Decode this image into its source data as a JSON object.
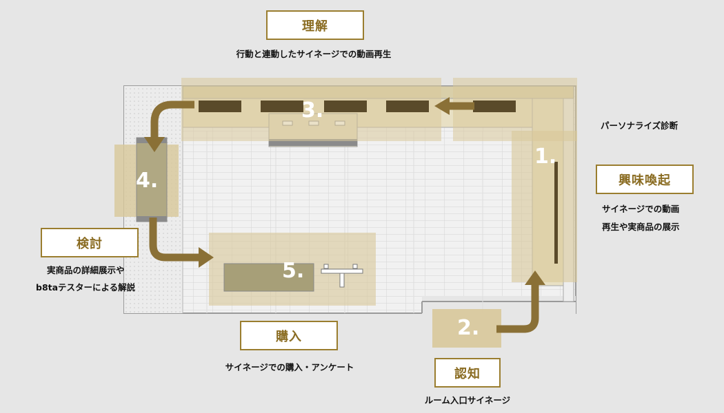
{
  "stages": {
    "understanding": {
      "label": "理解",
      "caption": "行動と連動したサイネージでの動画再生",
      "number": "3."
    },
    "interest": {
      "label": "興味喚起",
      "captions": [
        "サイネージでの動画",
        "再生や実商品の展示"
      ],
      "number": "1."
    },
    "personalize": {
      "caption": "パーソナライズ診断"
    },
    "consideration": {
      "label": "検討",
      "captions": [
        "実商品の詳細展示や",
        "b8taテスターによる解説"
      ],
      "number": "4."
    },
    "purchase": {
      "label": "購入",
      "caption": "サイネージでの購入・アンケート",
      "number": "5."
    },
    "awareness": {
      "label": "認知",
      "caption": "ルーム入口サイネージ",
      "number": "2."
    }
  },
  "colors": {
    "background": "#e6e6e6",
    "zone": "#d8c89a",
    "arrow": "#8a7036",
    "screen": "#5a4a2a",
    "label_border": "#9a7d2e",
    "label_text": "#8a6c22"
  }
}
